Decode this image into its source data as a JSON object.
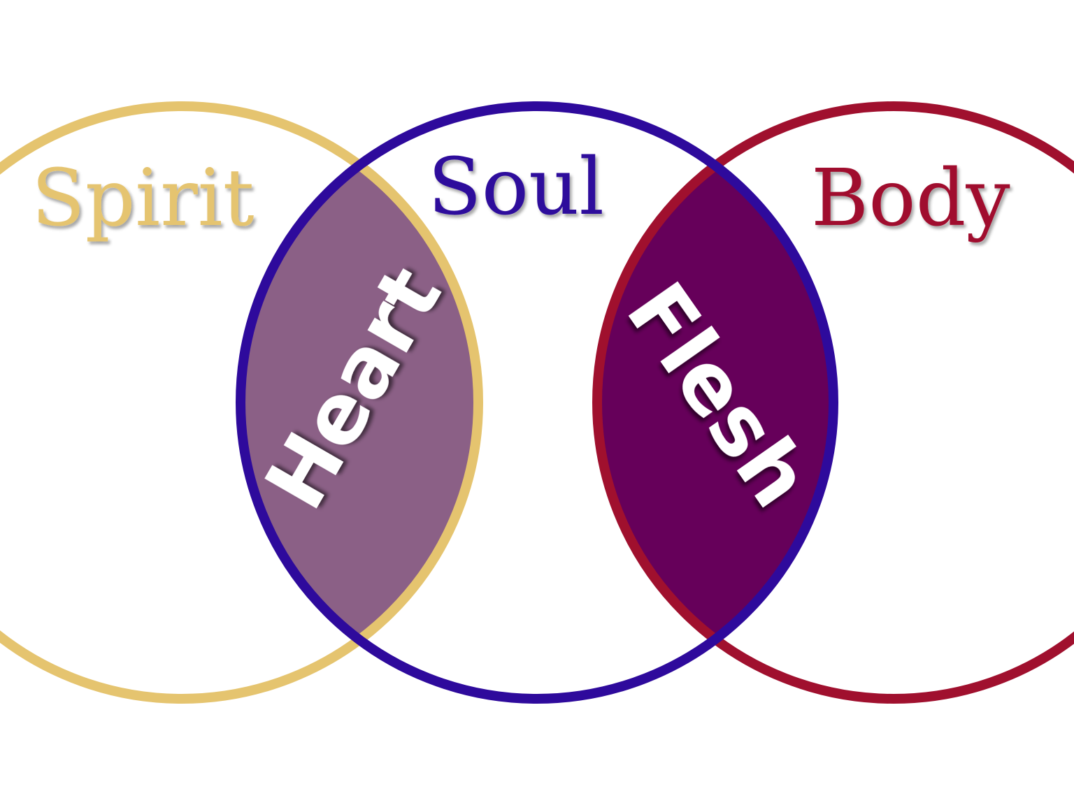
{
  "diagram": {
    "type": "venn",
    "sets": [
      {
        "id": "spirit",
        "label": "Spirit",
        "color": "#E5C46F"
      },
      {
        "id": "soul",
        "label": "Soul",
        "color": "#2E0A9C"
      },
      {
        "id": "body",
        "label": "Body",
        "color": "#A0102E"
      }
    ],
    "intersections": [
      {
        "sets": [
          "spirit",
          "soul"
        ],
        "label": "Heart",
        "fill": "#8B6086"
      },
      {
        "sets": [
          "soul",
          "body"
        ],
        "label": "Flesh",
        "fill": "#66005A"
      }
    ]
  }
}
